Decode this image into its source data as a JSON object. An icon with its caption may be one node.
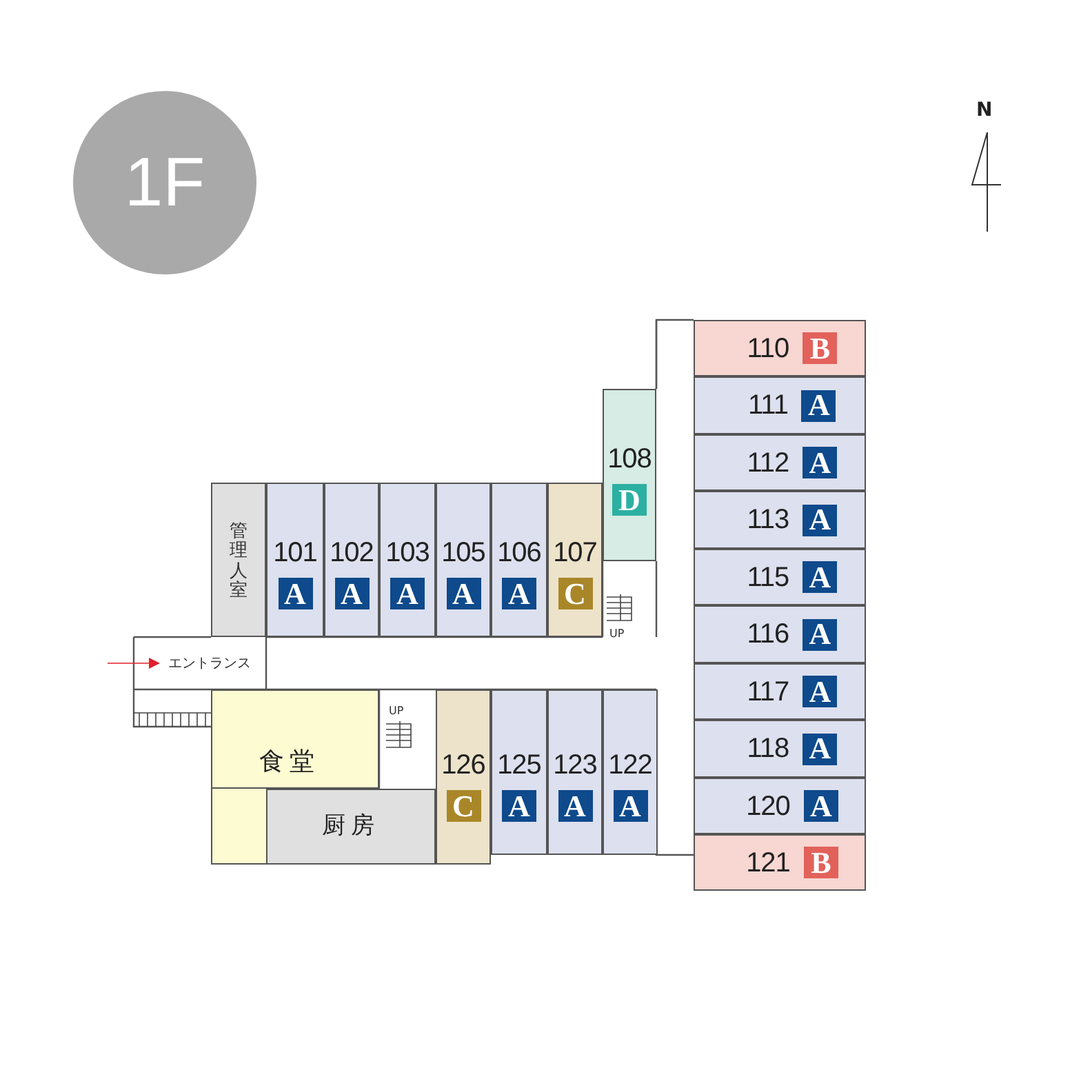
{
  "diagram": {
    "title": "1F",
    "nodes": [
      {
        "text": [
          "管理人室"
        ]
      },
      {
        "text": [
          "101",
          "A"
        ]
      },
      {
        "text": [
          "102",
          "A"
        ]
      },
      {
        "text": [
          "103",
          "A"
        ]
      },
      {
        "text": [
          "105",
          "A"
        ]
      },
      {
        "text": [
          "106",
          "A"
        ]
      },
      {
        "text": [
          "107",
          "C"
        ]
      },
      {
        "text": [
          "108",
          "D"
        ]
      },
      {
        "text": [
          "110",
          "B"
        ]
      },
      {
        "text": [
          "111",
          "A"
        ]
      },
      {
        "text": [
          "112",
          "A"
        ]
      },
      {
        "text": [
          "113",
          "A"
        ]
      },
      {
        "text": [
          "115",
          "A"
        ]
      },
      {
        "text": [
          "116",
          "A"
        ]
      },
      {
        "text": [
          "117",
          "A"
        ]
      },
      {
        "text": [
          "118",
          "A"
        ]
      },
      {
        "text": [
          "120",
          "A"
        ]
      },
      {
        "text": [
          "121",
          "B"
        ]
      },
      {
        "text": [
          "エントランス"
        ]
      },
      {
        "text": [
          "食堂"
        ]
      },
      {
        "text": [
          "厨房"
        ]
      },
      {
        "text": [
          "126",
          "C"
        ]
      },
      {
        "text": [
          "125",
          "A"
        ]
      },
      {
        "text": [
          "123",
          "A"
        ]
      },
      {
        "text": [
          "122",
          "A"
        ]
      }
    ],
    "edges": [
      {
        "from": null,
        "to": 18,
        "arrow": "to"
      }
    ],
    "labels": [
      "N",
      "UP",
      "UP"
    ]
  }
}
